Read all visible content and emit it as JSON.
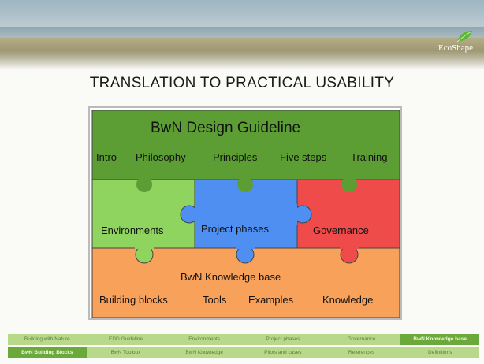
{
  "logo": {
    "text": "EcoShape"
  },
  "title": "TRANSLATION TO PRACTICAL USABILITY",
  "diagram": {
    "guideline": {
      "title": "BwN Design Guideline",
      "items": [
        "Intro",
        "Philosophy",
        "Principles",
        "Five steps",
        "Training"
      ]
    },
    "pieces": [
      "Environments",
      "Project phases",
      "Governance"
    ],
    "knowledge": {
      "title": "BwN Knowledge base",
      "items": [
        "Building blocks",
        "Tools",
        "Examples",
        "Knowledge"
      ]
    },
    "colors": {
      "guideline": "#5c9e33",
      "environments": "#8ed45f",
      "project_phases": "#4f8ff2",
      "governance": "#f04b4b",
      "knowledge": "#f7a15a"
    }
  },
  "nav": {
    "row1": [
      "Building with Nature",
      "EDD Guideline",
      "Environments",
      "Project phases",
      "Governance",
      "BwN Knowledge base"
    ],
    "row2": [
      "BwN Building Blocks",
      "BwN Toolbox",
      "BwN Knowledge",
      "Pilots and cases",
      "References",
      "Definitions"
    ],
    "row1_active": "BwN Knowledge base",
    "row2_active": "BwN Building Blocks"
  }
}
